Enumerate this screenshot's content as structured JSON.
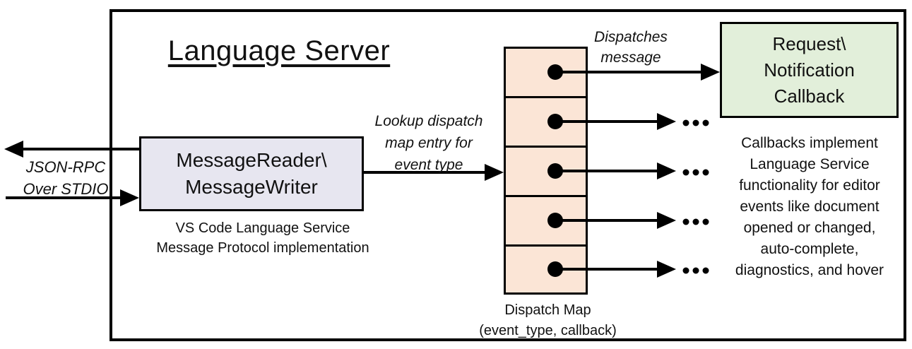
{
  "diagram_title": "Language Server",
  "stdio_label": {
    "line1": "JSON-RPC",
    "line2": "Over STDIO"
  },
  "reader_box": {
    "line1": "MessageReader\\",
    "line2": "MessageWriter"
  },
  "reader_caption": {
    "line1": "VS Code Language Service",
    "line2": "Message Protocol implementation"
  },
  "lookup_label": {
    "line1": "Lookup dispatch",
    "line2": "map entry for",
    "line3": "event type"
  },
  "dispatches_label": {
    "line1": "Dispatches",
    "line2": "message"
  },
  "callback_box": {
    "line1": "Request\\",
    "line2": "Notification",
    "line3": "Callback"
  },
  "callback_caption": {
    "lines": [
      "Callbacks implement",
      "Language Service",
      "functionality for editor",
      "events like document",
      "opened or changed,",
      "auto-complete,",
      "diagnostics, and hover"
    ]
  },
  "dispatch_map": {
    "caption_line1": "Dispatch Map",
    "caption_line2": "(event_type, callback)",
    "rows": 5,
    "ellipsis": "..."
  },
  "colors": {
    "background": "#ffffff",
    "line": "#000000",
    "reader_box_fill": "#e7e6f0",
    "dispatch_cell_fill": "#fbe5d6",
    "callback_box_fill": "#e2efda"
  }
}
